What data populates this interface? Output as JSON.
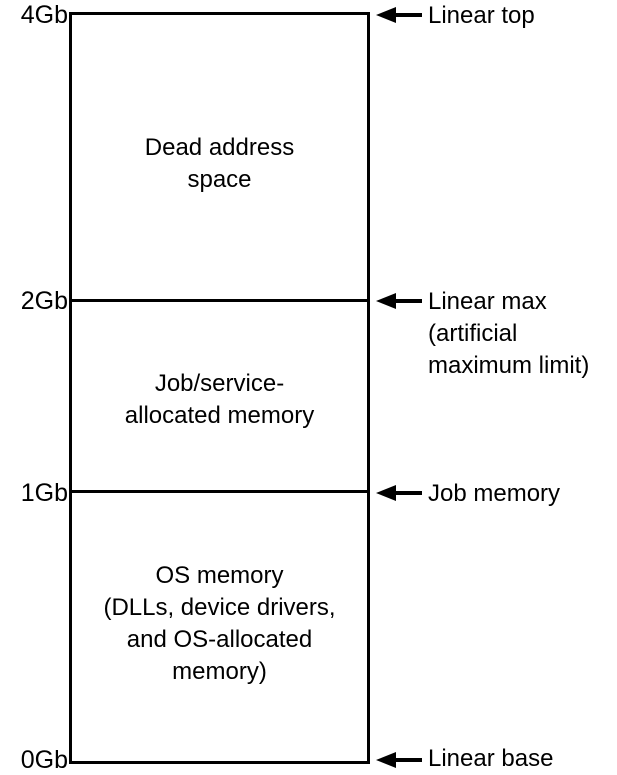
{
  "diagram": {
    "title": "Linear address space layout",
    "ticks": [
      {
        "label": "4Gb",
        "value_gb": 4
      },
      {
        "label": "2Gb",
        "value_gb": 2
      },
      {
        "label": "1Gb",
        "value_gb": 1
      },
      {
        "label": "0Gb",
        "value_gb": 0
      }
    ],
    "regions": [
      {
        "name": "dead-address-space",
        "label": "Dead address\nspace",
        "from_gb": 2,
        "to_gb": 4
      },
      {
        "name": "job-service-memory",
        "label": "Job/service-\nallocated memory",
        "from_gb": 1,
        "to_gb": 2
      },
      {
        "name": "os-memory",
        "label": "OS memory\n(DLLs, device drivers,\nand OS-allocated\nmemory)",
        "from_gb": 0,
        "to_gb": 1
      }
    ],
    "markers": [
      {
        "name": "linear-top",
        "label": "Linear top",
        "at_gb": 4
      },
      {
        "name": "linear-max",
        "label": "Linear max\n(artificial\nmaximum limit)",
        "at_gb": 2
      },
      {
        "name": "job-memory",
        "label": "Job memory",
        "at_gb": 1
      },
      {
        "name": "linear-base",
        "label": "Linear base",
        "at_gb": 0
      }
    ],
    "icons": {
      "marker_arrow": "left-arrow-icon"
    }
  }
}
